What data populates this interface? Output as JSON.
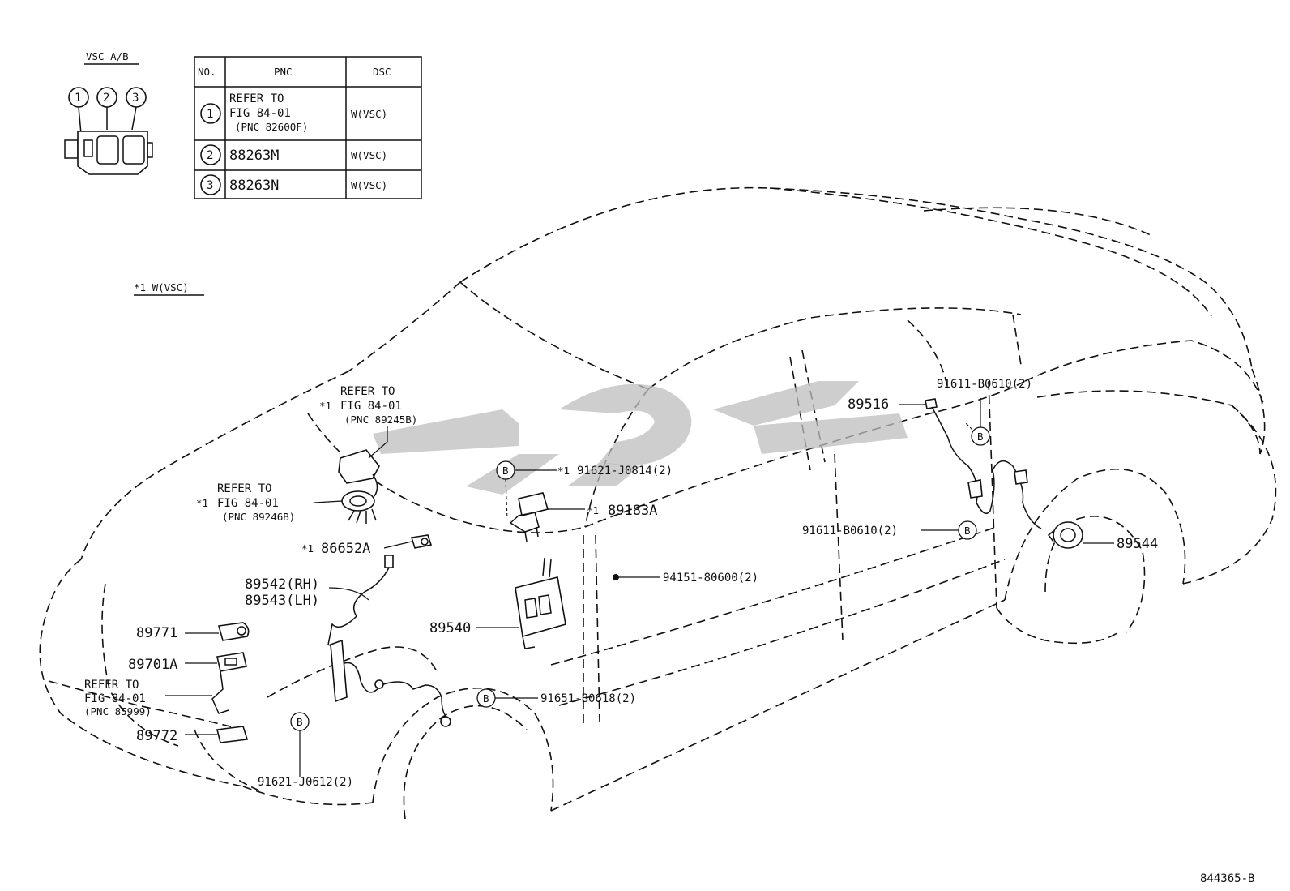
{
  "header": {
    "connector_title": "VSC A/B",
    "connector_pins": [
      "1",
      "2",
      "3"
    ],
    "note": "*1 W(VSC)"
  },
  "table": {
    "headers": [
      "NO.",
      "PNC",
      "DSC"
    ],
    "rows": [
      {
        "no": "1",
        "pnc_lines": [
          "REFER TO",
          "FIG 84-01",
          "(PNC 82600F)"
        ],
        "dsc": "W(VSC)"
      },
      {
        "no": "2",
        "pnc_lines": [
          "88263M"
        ],
        "dsc": "W(VSC)"
      },
      {
        "no": "3",
        "pnc_lines": [
          "88263N"
        ],
        "dsc": "W(VSC)"
      }
    ]
  },
  "callouts": {
    "ref_89245b": {
      "mark": "*1",
      "lines": [
        "REFER TO",
        "FIG 84-01",
        "(PNC 89245B)"
      ]
    },
    "ref_89246b": {
      "mark": "*1",
      "lines": [
        "REFER TO",
        "FIG 84-01",
        "(PNC 89246B)"
      ]
    },
    "ref_85999": {
      "lines": [
        "REFER TO",
        "FIG 84-01",
        "(PNC 85999)"
      ]
    },
    "p86652a": {
      "mark": "*1",
      "text": "86652A"
    },
    "p89542": "89542(RH)",
    "p89543": "89543(LH)",
    "p89771": "89771",
    "p89701a": "89701A",
    "p89772": "89772",
    "p89540": "89540",
    "p91621_j0612": "91621-J0612(2)",
    "p91651_b0618": "91651-B0618(2)",
    "p91621_j0814": {
      "mark": "*1",
      "text": "91621-J0814(2)"
    },
    "p89183a": {
      "mark": "*1",
      "text": "89183A"
    },
    "p94151": "94151-80600(2)",
    "p89516": "89516",
    "p91611_b0610_top": "91611-B0610(2)",
    "p91611_b0610_mid": "91611-B0610(2)",
    "p89544": "89544",
    "bolt_letter": "B"
  },
  "figure_id": "844365-B",
  "colors": {
    "ink": "#111111",
    "watermark": "#bdbdbd",
    "background": "#ffffff"
  }
}
